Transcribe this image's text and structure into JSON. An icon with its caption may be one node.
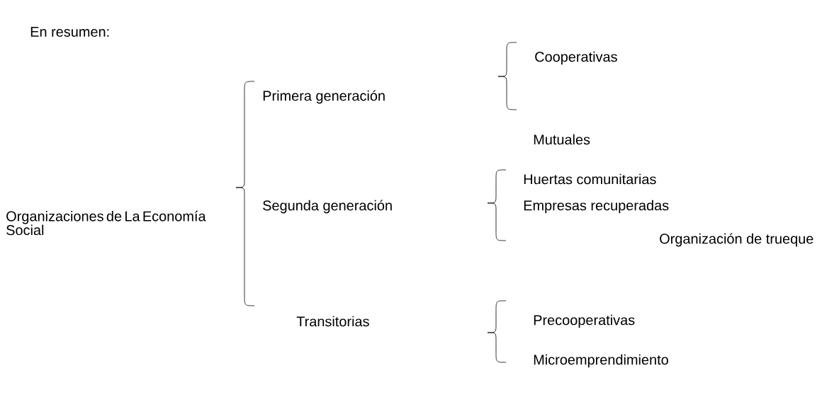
{
  "diagram": {
    "title": "En resumen:",
    "labels": [
      "Cooperativas",
      "Primera generación",
      "Mutuales",
      "Huertas comunitarias",
      "Organizaciones de La Economía Social",
      "Segunda generación",
      "Empresas recuperadas",
      "Organización de trueque",
      "Transitorias",
      "Precooperativas",
      "Microemprendimiento"
    ]
  }
}
